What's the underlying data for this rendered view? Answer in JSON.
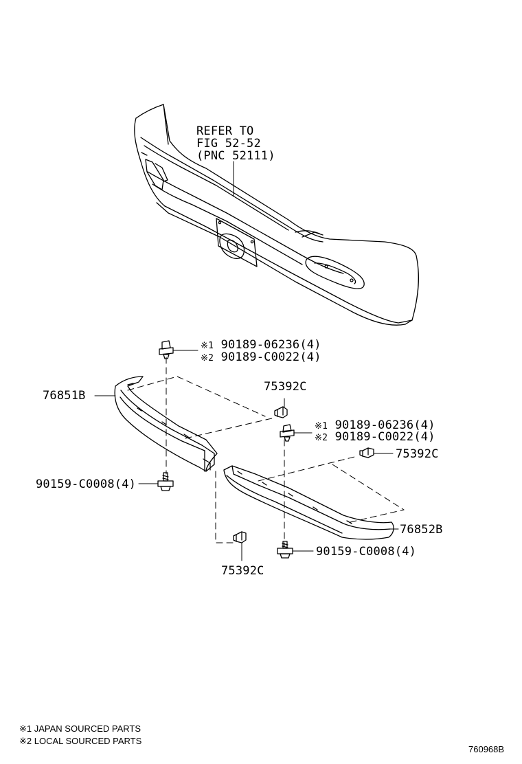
{
  "refer": {
    "line1": "REFER TO",
    "line2": "FIG 52-52",
    "line3": "(PNC 52111)"
  },
  "parts": {
    "left_spoiler": "76851B",
    "right_spoiler": "76852B",
    "clip_top": "75392C",
    "clip_right": "75392C",
    "clip_bottom": "75392C",
    "screw_left": "90159-C0008(4)",
    "screw_right": "90159-C0008(4)",
    "grommet_top_1_mark": "※1",
    "grommet_top_1": "90189-06236(4)",
    "grommet_top_2_mark": "※2",
    "grommet_top_2": "90189-C0022(4)",
    "grommet_mid_1_mark": "※1",
    "grommet_mid_1": "90189-06236(4)",
    "grommet_mid_2_mark": "※2",
    "grommet_mid_2": "90189-C0022(4)"
  },
  "notes": {
    "note1": "※1 JAPAN SOURCED PARTS",
    "note2": "※2 LOCAL SOURCED PARTS"
  },
  "diagram_id": "760968B"
}
